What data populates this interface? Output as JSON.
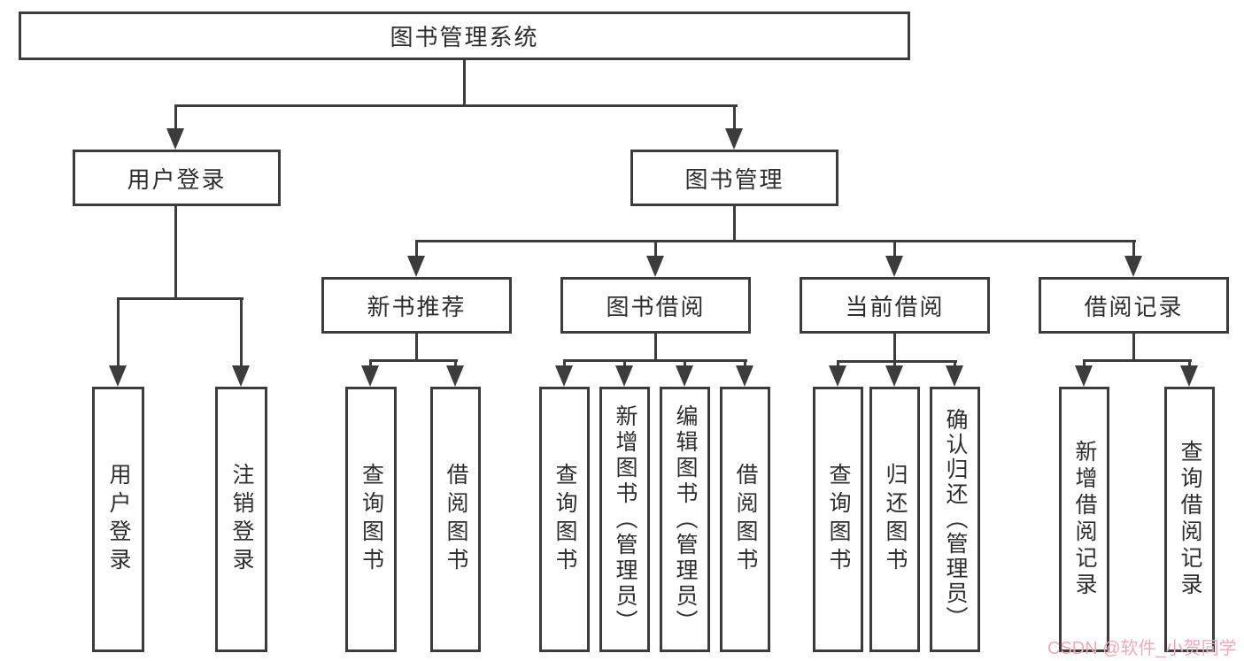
{
  "diagram": {
    "root": "图书管理系统",
    "branches": [
      {
        "label": "用户登录",
        "children": [
          "用户登录",
          "注销登录"
        ]
      },
      {
        "label": "图书管理",
        "groups": [
          {
            "label": "新书推荐",
            "children": [
              "查询图书",
              "借阅图书"
            ]
          },
          {
            "label": "图书借阅",
            "children": [
              "查询图书",
              "新增图书（管理员）",
              "编辑图书（管理员）",
              "借阅图书"
            ]
          },
          {
            "label": "当前借阅",
            "children": [
              "查询图书",
              "归还图书",
              "确认归还（管理员）"
            ]
          },
          {
            "label": "借阅记录",
            "children": [
              "新增借阅记录",
              "查询借阅记录"
            ]
          }
        ]
      }
    ]
  },
  "watermark": "CSDN @软件_小贺同学",
  "colors": {
    "line": "#3c3c3c",
    "text": "#2e2e2e",
    "watermark": "#f0a9b7",
    "background": "#ffffff"
  }
}
